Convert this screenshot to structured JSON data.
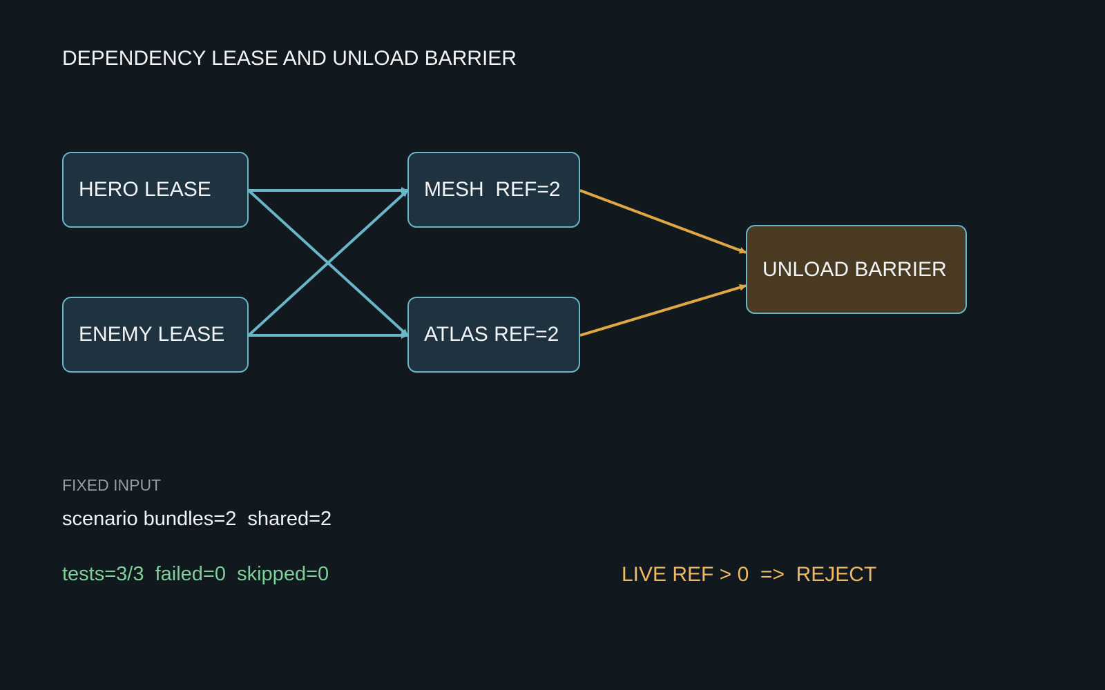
{
  "title": "DEPENDENCY LEASE AND UNLOAD BARRIER",
  "nodes": {
    "hero": "HERO LEASE",
    "enemy": "ENEMY LEASE",
    "mesh": "MESH  REF=2",
    "atlas": "ATLAS REF=2",
    "unload": "UNLOAD BARRIER"
  },
  "edges": [
    {
      "from": "hero",
      "to": "mesh",
      "kind": "lease"
    },
    {
      "from": "hero",
      "to": "atlas",
      "kind": "lease"
    },
    {
      "from": "enemy",
      "to": "mesh",
      "kind": "lease"
    },
    {
      "from": "enemy",
      "to": "atlas",
      "kind": "lease"
    },
    {
      "from": "mesh",
      "to": "unload",
      "kind": "barrier"
    },
    {
      "from": "atlas",
      "to": "unload",
      "kind": "barrier"
    }
  ],
  "fixed_input": {
    "label": "FIXED INPUT",
    "scenario": "scenario bundles=2  shared=2"
  },
  "results": {
    "tests": "tests=3/3  failed=0  skipped=0",
    "rule": "LIVE REF > 0  =>  REJECT"
  },
  "colors": {
    "background": "#11181e",
    "node_fill": "#1e3240",
    "node_border": "#68b6c8",
    "barrier_fill": "#4a3a22",
    "lease_edge": "#68b6c8",
    "barrier_edge": "#e0a844",
    "pass_text": "#7ed09a",
    "rule_text": "#f0b860"
  }
}
